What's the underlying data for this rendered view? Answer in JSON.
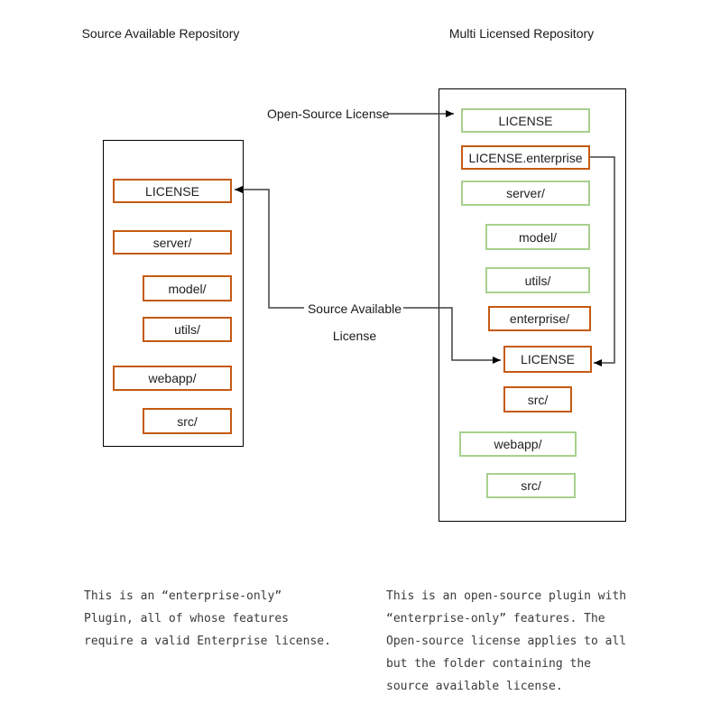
{
  "titles": {
    "left": "Source Available Repository",
    "right": "Multi Licensed Repository"
  },
  "annotations": {
    "open_source_license": "Open-Source License",
    "source_available_line1": "Source Available",
    "source_available_line2": "License"
  },
  "repos": {
    "left": {
      "items": [
        {
          "label": "LICENSE",
          "color": "orange"
        },
        {
          "label": "server/",
          "color": "orange"
        },
        {
          "label": "model/",
          "color": "orange"
        },
        {
          "label": "utils/",
          "color": "orange"
        },
        {
          "label": "webapp/",
          "color": "orange"
        },
        {
          "label": "src/",
          "color": "orange"
        }
      ]
    },
    "right": {
      "items": [
        {
          "label": "LICENSE",
          "color": "green"
        },
        {
          "label": "LICENSE.enterprise",
          "color": "orange"
        },
        {
          "label": "server/",
          "color": "green"
        },
        {
          "label": "model/",
          "color": "green"
        },
        {
          "label": "utils/",
          "color": "green"
        },
        {
          "label": "enterprise/",
          "color": "orange"
        },
        {
          "label": "LICENSE",
          "color": "orange"
        },
        {
          "label": "src/",
          "color": "orange"
        },
        {
          "label": "webapp/",
          "color": "green"
        },
        {
          "label": "src/",
          "color": "green"
        }
      ]
    }
  },
  "paragraphs": {
    "left": {
      "lines": [
        "This is an “enterprise-only”",
        "Plugin, all of whose features",
        "require a valid Enterprise license."
      ]
    },
    "right": {
      "lines": [
        "This is an open-source plugin with",
        "“enterprise-only” features. The",
        "Open-source license applies to all",
        "but the folder containing the",
        "source available license."
      ]
    }
  },
  "colors": {
    "orange": "#C55A11",
    "green": "#A8D08D",
    "line": "#404040",
    "arrowhead": "#000000"
  }
}
